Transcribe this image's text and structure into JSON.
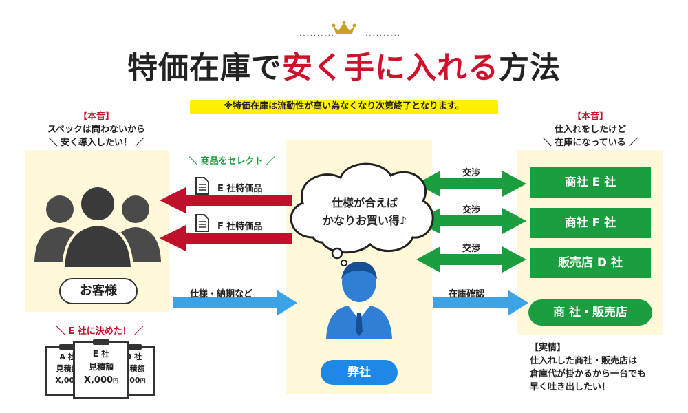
{
  "header": {
    "dots_left": "...........",
    "dots_right": "...........",
    "title_part1": "特価在庫で",
    "title_part2": "安く手に入れる",
    "title_part3": "方法",
    "note": "※特価在庫は流動性が高い為なくなり次第終了となります。"
  },
  "left": {
    "honne_tag": "【本音】",
    "honne_line1": "スペックは問わないから",
    "honne_line2": "＼ 安く導入したい！ ／",
    "customer_label": "お客様",
    "decided": "＼ E 社に決めた！ ／",
    "docs": [
      {
        "line1": "A 社",
        "line2": "見積額",
        "line3": "X,000"
      },
      {
        "line1": "E 社",
        "line2": "見積額",
        "line3": "X,000",
        "unit": "円"
      },
      {
        "line1": "D 社",
        "line2": "見積額",
        "line3": ",000",
        "unit": "円"
      }
    ]
  },
  "middle": {
    "select_label": "＼ 商品をセレクト ／",
    "product_e": "E 社特価品",
    "product_f": "F 社特価品",
    "spec_label": "仕様・納期など",
    "cloud_line1": "仕様が合えば",
    "cloud_line2": "かなりお買い得♪",
    "company_label": "弊社"
  },
  "right_links": {
    "negotiate": [
      "交渉",
      "交渉",
      "交渉"
    ],
    "stock_check": "在庫確認"
  },
  "right": {
    "honne_tag": "【本音】",
    "honne_line1": "仕入れをしたけど",
    "honne_line2": "＼ 在庫になっている ／",
    "companies": [
      "商社 E 社",
      "商社 F 社",
      "販売店 D 社"
    ],
    "summary": "商 社・販売店",
    "jitsujo_tag": "【実情】",
    "jitsujo_line1": "仕入れした商社・販売店は",
    "jitsujo_line2": "倉庫代が掛かるから一台でも",
    "jitsujo_line3": "早く吐き出したい！"
  },
  "colors": {
    "red_accent": "#d0112b",
    "panel": "#fff8d9",
    "green": "#1a9e3f",
    "blue": "#1e88e5",
    "arrow_red": "#c0102a",
    "arrow_blue": "#3ba3e6",
    "highlight": "#fff100"
  }
}
